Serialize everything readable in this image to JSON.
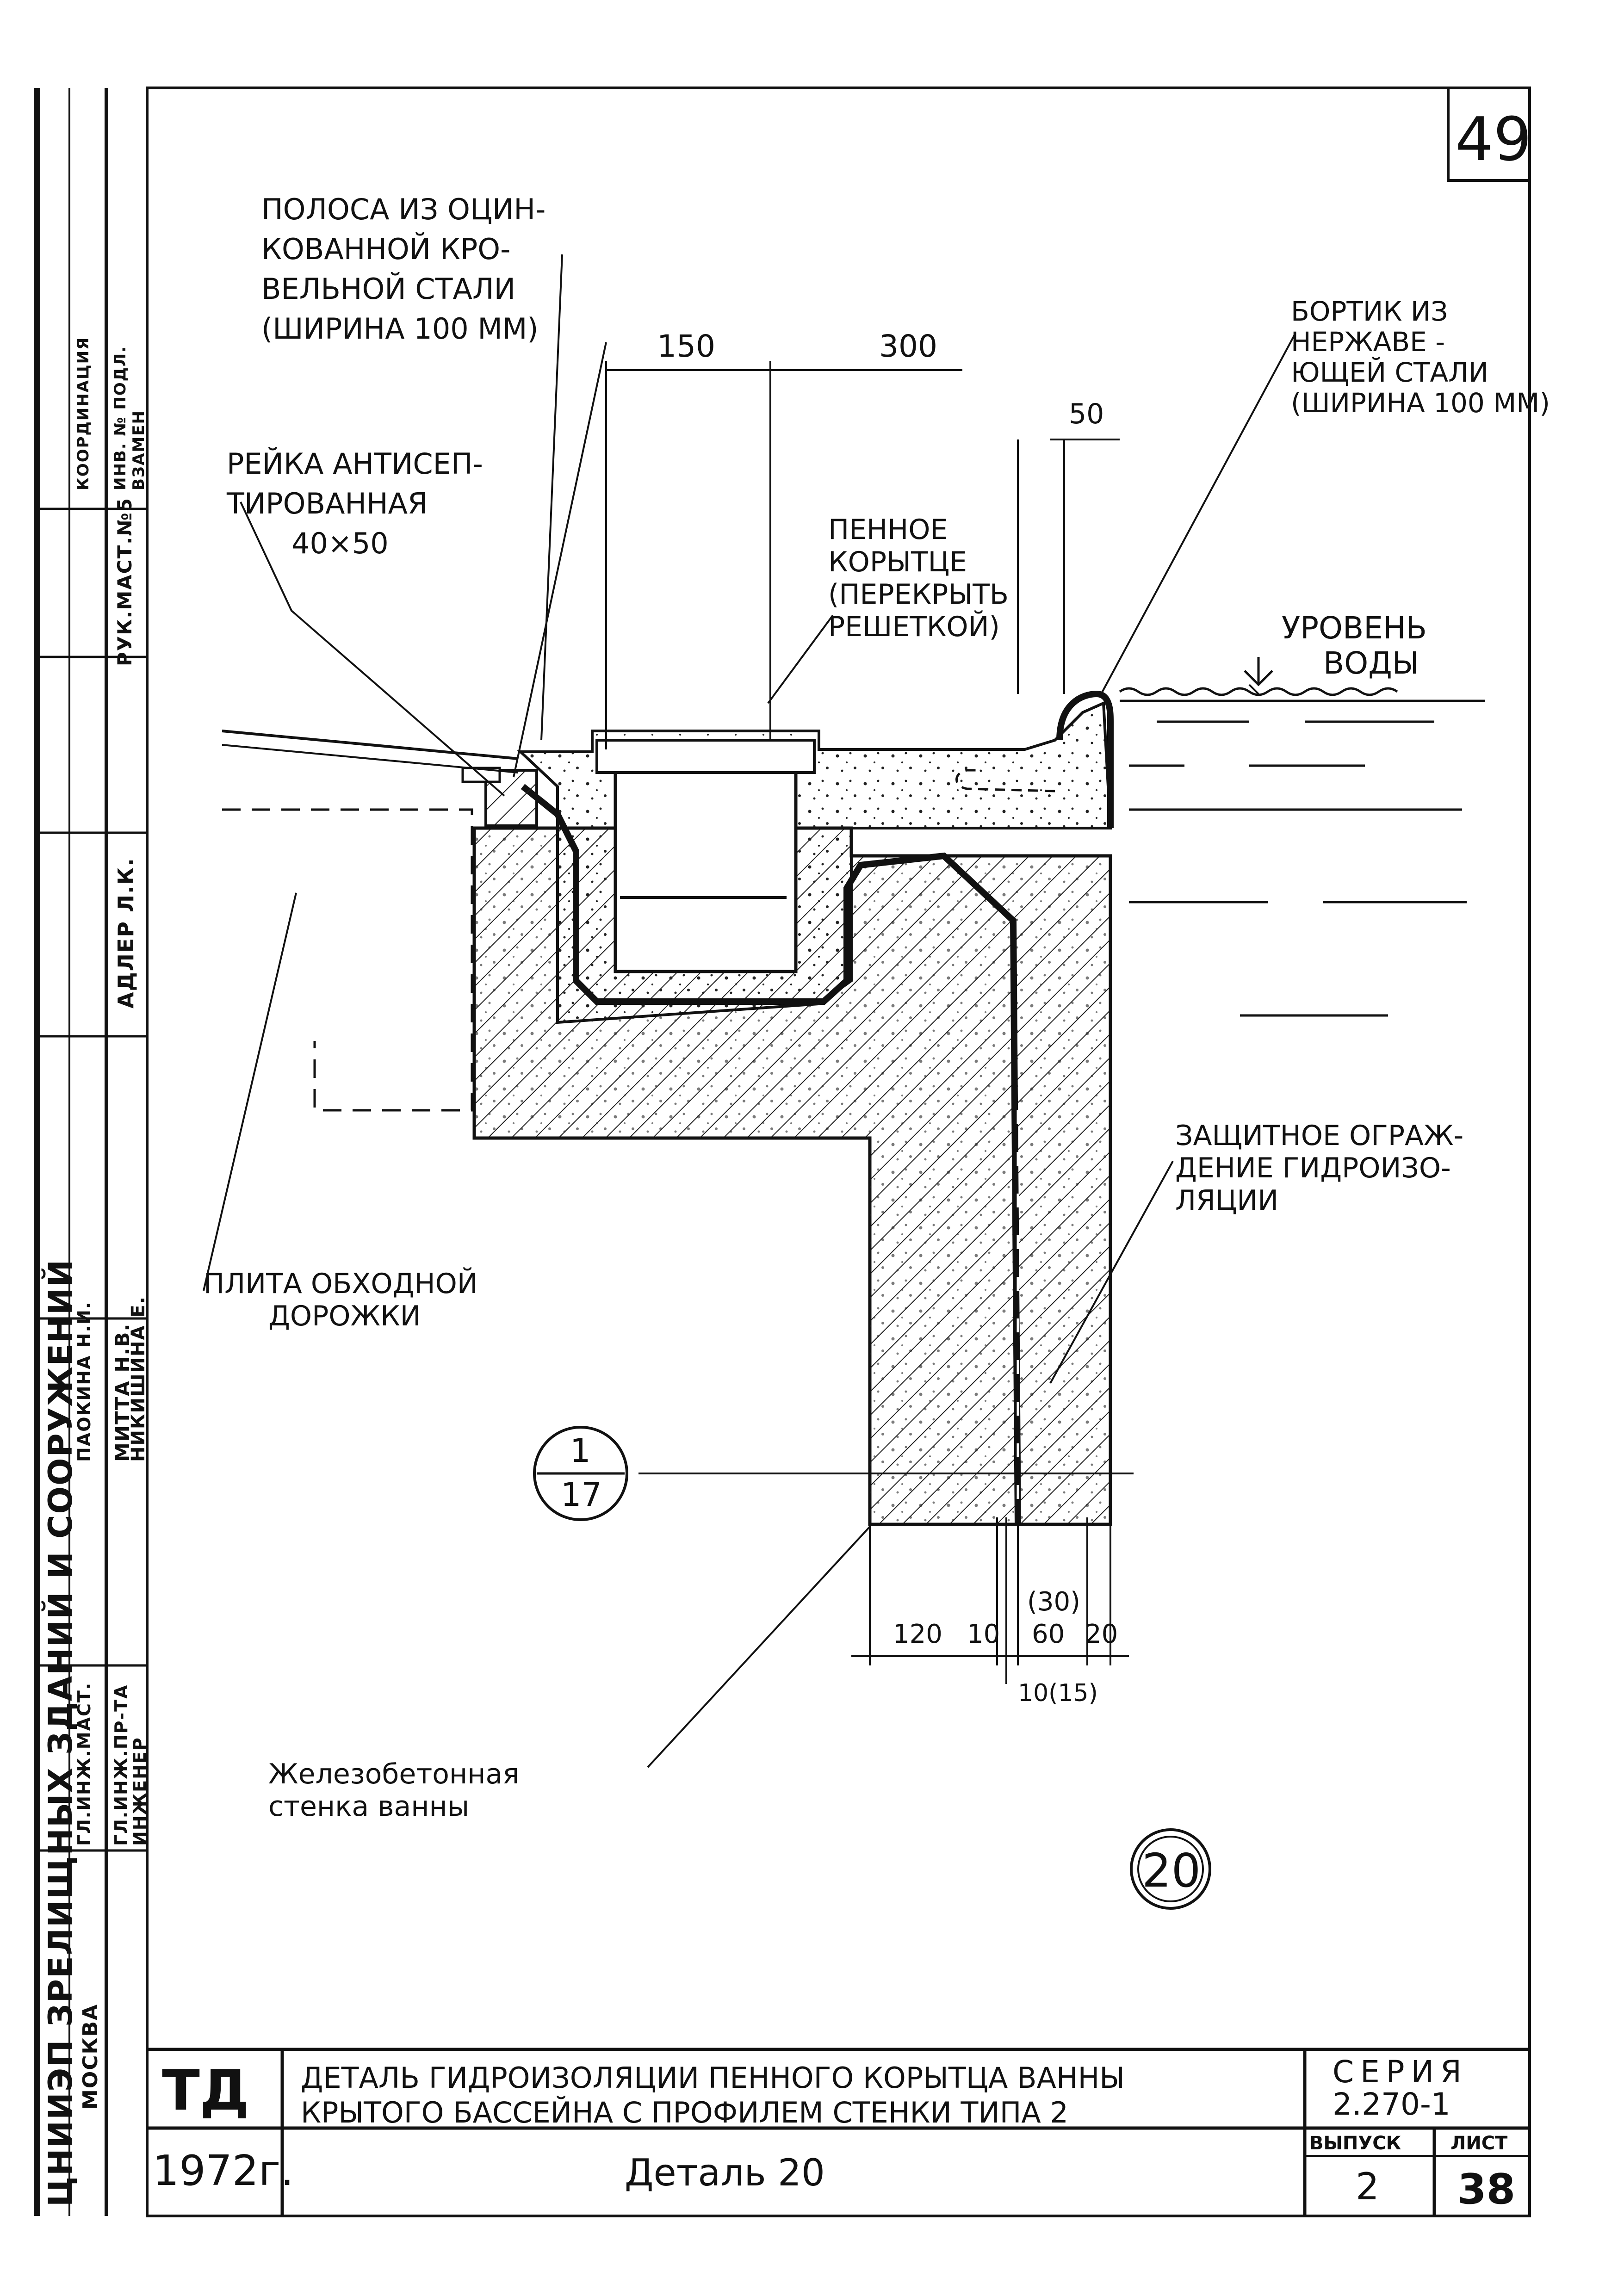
{
  "sheet_number": "49",
  "labels": {
    "strip_1": "ПОЛОСА ИЗ ОЦИН-",
    "strip_2": "КОВАННОЙ КРО-",
    "strip_3": "ВЕЛЬНОЙ СТАЛИ",
    "strip_4": "(ШИРИНА 100 ММ)",
    "rail_1": "РЕЙКА АНТИСЕП-",
    "rail_2": "ТИРОВАННАЯ",
    "rail_3": "40×50",
    "trough_1": "ПЕННОЕ",
    "trough_2": "КОРЫТЦЕ",
    "trough_3": "(ПЕРЕКРЫТЬ",
    "trough_4": "РЕШЕТКОЙ)",
    "rim_1": "БОРТИК ИЗ",
    "rim_2": "НЕРЖАВЕ -",
    "rim_3": "ЮЩЕЙ СТАЛИ",
    "rim_4": "(ШИРИНА 100 ММ)",
    "water_1": "УРОВЕНЬ",
    "water_2": "ВОДЫ",
    "guard_1": "ЗАЩИТНОЕ ОГРАЖ-",
    "guard_2": "ДЕНИЕ ГИДРОИЗО-",
    "guard_3": "ЛЯЦИИ",
    "slab_1": "ПЛИТА ОБХОДНОЙ",
    "slab_2": "ДОРОЖКИ",
    "wall_1": "Железобетонная",
    "wall_2": "стенка ванны"
  },
  "dimensions": {
    "d150": "150",
    "d300": "300",
    "d50": "50",
    "d120": "120",
    "d10": "10",
    "d30": "(30)",
    "d60": "60",
    "d20": "20",
    "d10_15": "10(15)"
  },
  "section_ref": {
    "top": "1",
    "bottom": "17"
  },
  "detail_mark": "20",
  "title_block": {
    "code": "ТД",
    "year": "1972г.",
    "title_line1": "ДЕТАЛЬ ГИДРОИЗОЛЯЦИИ ПЕННОГО КОРЫТЦА ВАННЫ",
    "title_line2": "КРЫТОГО БАССЕЙНА С ПРОФИЛЕМ СТЕНКИ ТИПА 2",
    "detail_name": "Деталь 20",
    "series_label": "СЕРИЯ",
    "series_value": "2.270-1",
    "issue_label": "ВЫПУСК",
    "issue_value": "2",
    "sheet_label": "ЛИСТ",
    "sheet_value": "38"
  },
  "side_stamp": {
    "org": "ЦНИИЭП ЗРЕЛИЩНЫХ ЗДАНИЙ И СООРУЖЕНИЙ",
    "city": "МОСКВА",
    "role_1": "ГЛ.ИНЖ.МАСТ.",
    "role_2": "ГЛ.ИНЖ.ПР-ТА",
    "role_3": "ИНЖЕНЕР",
    "name_1": "ПАОКИНА Н.И.",
    "name_2": "МИТТА Н.В.",
    "name_3": "НИКИШИНА Е.",
    "dept_1": "РУК.МАСТ.№5",
    "dept_2": "АДЛЕР Л.К.",
    "dept_3": "КООРДИНАЦИЯ",
    "dept_4": "ИНВ. № ПОДЛ.",
    "dept_5": "ВЗАМЕН"
  }
}
